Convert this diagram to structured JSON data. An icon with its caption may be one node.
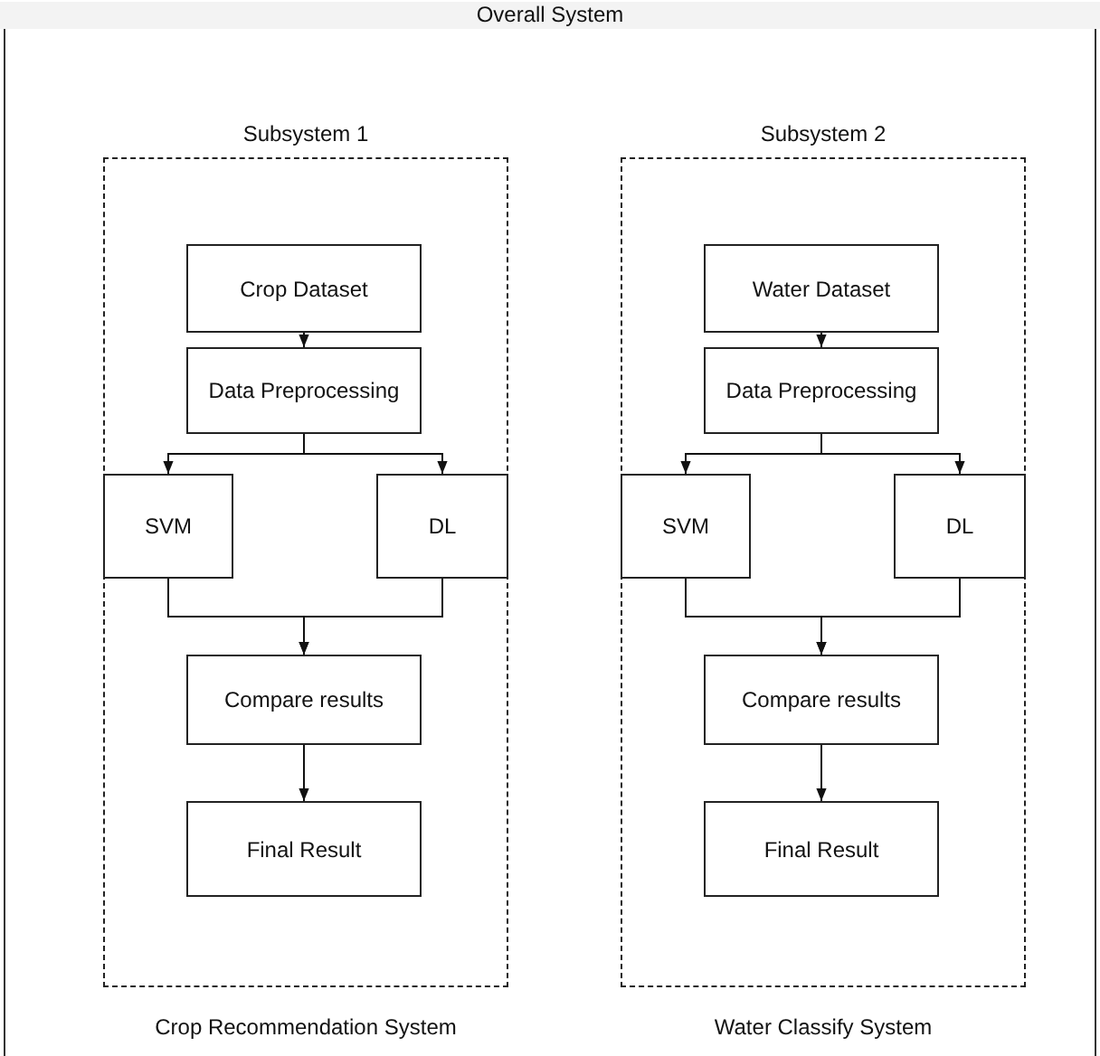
{
  "diagram": {
    "nodes": [
      {
        "text": [
          "Overall System"
        ]
      },
      {
        "text": [
          "Subsystem 1"
        ],
        "in": 0,
        "beside": [
          "Crop Recommendation System"
        ]
      },
      {
        "text": [
          "Crop Dataset"
        ],
        "in": 1
      },
      {
        "text": [
          "Data Preprocessing"
        ],
        "in": 1
      },
      {
        "text": [
          "SVM"
        ],
        "in": 1
      },
      {
        "text": [
          "DL"
        ],
        "in": 1
      },
      {
        "text": [
          "Compare results"
        ],
        "in": 1
      },
      {
        "text": [
          "Final Result"
        ],
        "in": 1
      },
      {
        "text": [
          "Subsystem 2"
        ],
        "in": 0,
        "beside": [
          "Water Classify System"
        ]
      },
      {
        "text": [
          "Water Dataset"
        ],
        "in": 8
      },
      {
        "text": [
          "Data Preprocessing"
        ],
        "in": 8
      },
      {
        "text": [
          "SVM"
        ],
        "in": 8
      },
      {
        "text": [
          "DL"
        ],
        "in": 8
      },
      {
        "text": [
          "Compare results"
        ],
        "in": 8
      },
      {
        "text": [
          "Final Result"
        ],
        "in": 8
      }
    ],
    "edges": [
      {
        "from": 2,
        "to": 3,
        "arrow": "to"
      },
      {
        "from": 3,
        "to": 4,
        "arrow": "to"
      },
      {
        "from": 3,
        "to": 5,
        "arrow": "to"
      },
      {
        "from": 4,
        "to": 6,
        "arrow": "to"
      },
      {
        "from": 5,
        "to": 6,
        "arrow": "to"
      },
      {
        "from": 6,
        "to": 7,
        "arrow": "to"
      },
      {
        "from": 9,
        "to": 10,
        "arrow": "to"
      },
      {
        "from": 10,
        "to": 11,
        "arrow": "to"
      },
      {
        "from": 10,
        "to": 12,
        "arrow": "to"
      },
      {
        "from": 11,
        "to": 13,
        "arrow": "to"
      },
      {
        "from": 12,
        "to": 13,
        "arrow": "to"
      },
      {
        "from": 13,
        "to": 14,
        "arrow": "to"
      }
    ]
  }
}
